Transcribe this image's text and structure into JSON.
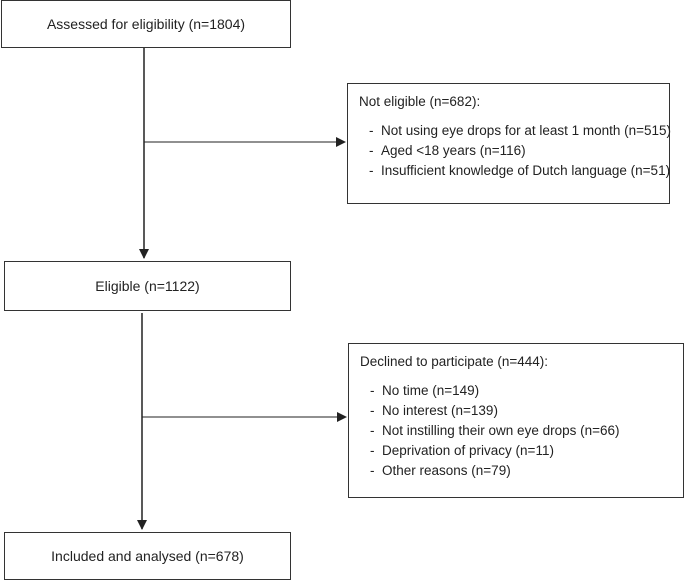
{
  "flow": {
    "assessed": "Assessed for eligibility (n=1804)",
    "eligible": "Eligible (n=1122)",
    "included": "Included and analysed (n=678)"
  },
  "exclusions": [
    {
      "heading": "Not eligible (n=682):",
      "reasons": [
        "Not using eye drops for at least 1 month (n=515)",
        "Aged <18 years (n=116)",
        "Insufficient knowledge of Dutch language (n=51)"
      ]
    },
    {
      "heading": "Declined to participate (n=444):",
      "reasons": [
        "No time (n=149)",
        "No interest (n=139)",
        "Not instilling their own eye drops (n=66)",
        "Deprivation of privacy (n=11)",
        "Other reasons (n=79)"
      ]
    }
  ],
  "list_marker": "-"
}
